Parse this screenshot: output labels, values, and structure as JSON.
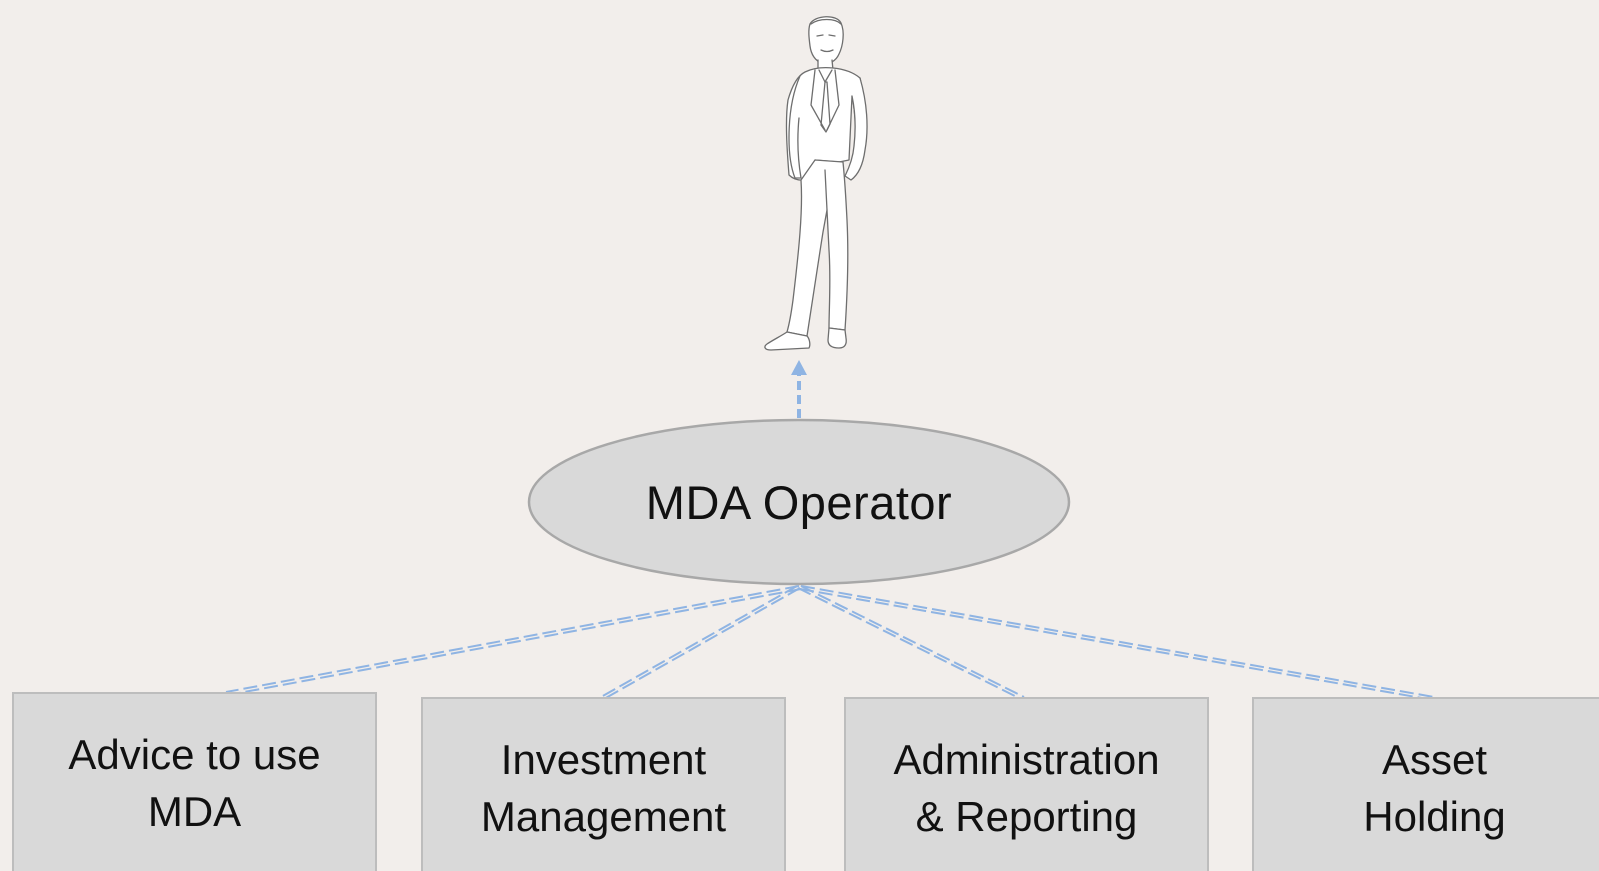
{
  "diagram": {
    "top_actor": {
      "icon": "businessman-figure-icon"
    },
    "operator": {
      "label": "MDA Operator"
    },
    "services": [
      {
        "label": "Advice to use\nMDA"
      },
      {
        "label": "Investment\nManagement"
      },
      {
        "label": "Administration\n& Reporting"
      },
      {
        "label": "Asset\nHolding"
      }
    ],
    "colors": {
      "background": "#f2eeeb",
      "node_fill": "#d9d9d9",
      "node_border": "#bdbdbd",
      "connector": "#8fb4e3"
    }
  }
}
